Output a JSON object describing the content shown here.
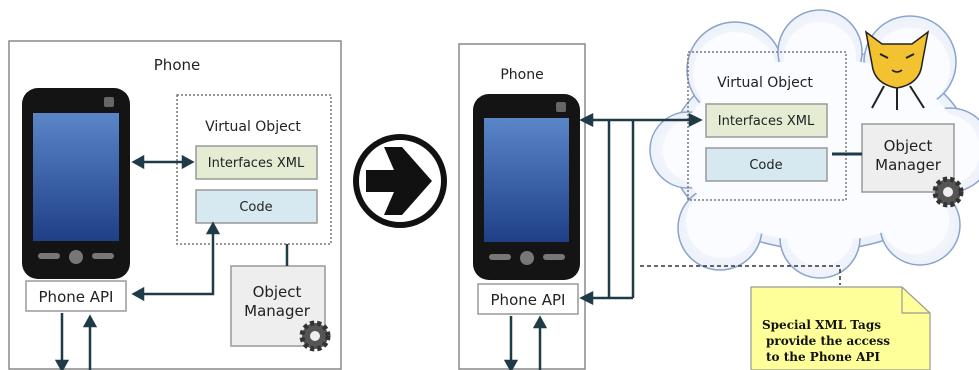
{
  "before": {
    "phone_title": "Phone",
    "virtual_object_title": "Virtual Object",
    "interfaces_xml": "Interfaces XML",
    "code": "Code",
    "phone_api": "Phone API",
    "object_manager": [
      "Object",
      "Manager"
    ]
  },
  "after": {
    "phone_title": "Phone",
    "virtual_object_title": "Virtual Object",
    "interfaces_xml": "Interfaces XML",
    "code": "Code",
    "phone_api": "Phone API",
    "object_manager": [
      "Object",
      "Manager"
    ],
    "note_lines": [
      "Special XML Tags",
      "provide the access",
      "to the Phone API"
    ]
  },
  "colors": {
    "interfaces_fill": "#e4ecd4",
    "code_fill": "#d6e8f0",
    "arrow": "#1f3b47",
    "note_fill": "#ffff99",
    "screen": "#2c4f9e"
  }
}
